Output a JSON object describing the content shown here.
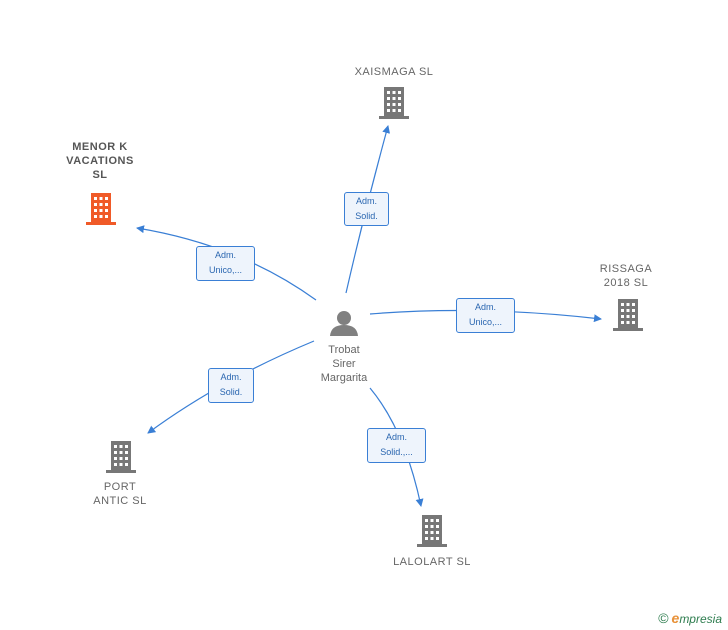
{
  "colors": {
    "edge": "#3a7fd5",
    "building_gray": "#777777",
    "building_highlight": "#f05a28",
    "person": "#808080"
  },
  "center": {
    "name_lines": [
      "Trobat",
      "Sirer",
      "Margarita"
    ],
    "icon": "person-icon"
  },
  "companies": [
    {
      "id": "xaismaga",
      "name_lines": [
        "XAISMAGA  SL"
      ],
      "icon": "building-icon",
      "highlight": false
    },
    {
      "id": "menor",
      "name_lines": [
        "MENOR K",
        "VACATIONS",
        "SL"
      ],
      "icon": "building-icon",
      "highlight": true
    },
    {
      "id": "rissaga",
      "name_lines": [
        "RISSAGA",
        "2018  SL"
      ],
      "icon": "building-icon",
      "highlight": false
    },
    {
      "id": "port",
      "name_lines": [
        "PORT",
        "ANTIC  SL"
      ],
      "icon": "building-icon",
      "highlight": false
    },
    {
      "id": "lalolart",
      "name_lines": [
        "LALOLART SL"
      ],
      "icon": "building-icon",
      "highlight": false
    }
  ],
  "edges": [
    {
      "to": "xaismaga",
      "label_lines": [
        "Adm.",
        "Solid."
      ]
    },
    {
      "to": "menor",
      "label_lines": [
        "Adm.",
        "Unico,..."
      ]
    },
    {
      "to": "rissaga",
      "label_lines": [
        "Adm.",
        "Unico,..."
      ]
    },
    {
      "to": "port",
      "label_lines": [
        "Adm.",
        "Solid."
      ]
    },
    {
      "to": "lalolart",
      "label_lines": [
        "Adm.",
        "Solid.,..."
      ]
    }
  ],
  "footer": {
    "copyright": "©",
    "brand_first": "e",
    "brand_rest": "mpresia"
  }
}
